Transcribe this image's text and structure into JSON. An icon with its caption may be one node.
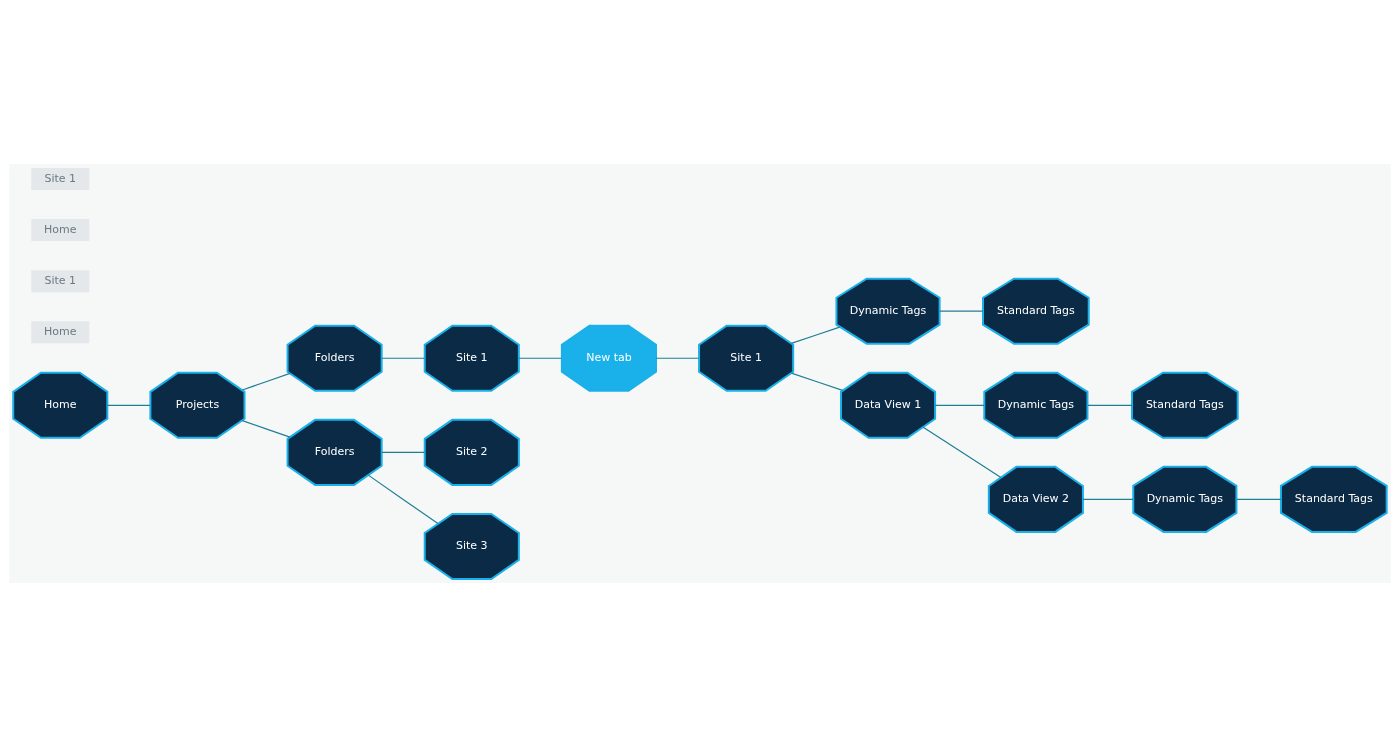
{
  "diagram": {
    "nodes": [
      {
        "text": [
          "Home"
        ]
      },
      {
        "text": [
          "Projects"
        ]
      },
      {
        "text": [
          "Folders"
        ]
      },
      {
        "text": [
          "Site 1"
        ]
      },
      {
        "text": [
          "New tab"
        ]
      },
      {
        "text": [
          "Folders"
        ]
      },
      {
        "text": [
          "Site 2"
        ]
      },
      {
        "text": [
          "Site 3"
        ]
      },
      {
        "text": [
          "Site 1"
        ]
      },
      {
        "text": [
          "Dynamic Tags"
        ]
      },
      {
        "text": [
          "Standard Tags"
        ]
      },
      {
        "text": [
          "Data View 1"
        ]
      },
      {
        "text": [
          "Dynamic Tags"
        ]
      },
      {
        "text": [
          "Standard Tags"
        ]
      },
      {
        "text": [
          "Data View 2"
        ]
      },
      {
        "text": [
          "Dynamic Tags"
        ]
      },
      {
        "text": [
          "Standard Tags"
        ]
      }
    ],
    "edges": [
      {
        "from": 0,
        "to": 1,
        "arrow": "none"
      },
      {
        "from": 1,
        "to": 2,
        "arrow": "none"
      },
      {
        "from": 1,
        "to": 5,
        "arrow": "none"
      },
      {
        "from": 2,
        "to": 3,
        "arrow": "none"
      },
      {
        "from": 3,
        "to": 4,
        "arrow": "none"
      },
      {
        "from": 5,
        "to": 6,
        "arrow": "none"
      },
      {
        "from": 5,
        "to": 7,
        "arrow": "none"
      },
      {
        "from": 4,
        "to": 8,
        "arrow": "none"
      },
      {
        "from": 8,
        "to": 9,
        "arrow": "none"
      },
      {
        "from": 9,
        "to": 10,
        "arrow": "none"
      },
      {
        "from": 8,
        "to": 11,
        "arrow": "none"
      },
      {
        "from": 11,
        "to": 12,
        "arrow": "none"
      },
      {
        "from": 12,
        "to": 13,
        "arrow": "none"
      },
      {
        "from": 11,
        "to": 14,
        "arrow": "none"
      },
      {
        "from": 14,
        "to": 15,
        "arrow": "none"
      },
      {
        "from": 15,
        "to": 16,
        "arrow": "none"
      }
    ],
    "labels": [
      "Home",
      "Site 1",
      "Home",
      "Site 1"
    ]
  }
}
